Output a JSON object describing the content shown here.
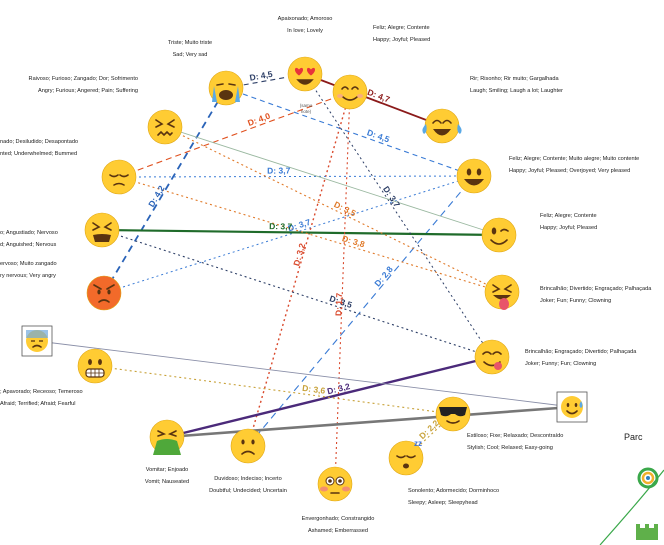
{
  "emotions": [
    {
      "id": "in-love",
      "icon": "heart-eyes-face-icon",
      "pt": "Apaixonado; Amoroso",
      "en": "In love; Lovely"
    },
    {
      "id": "happy-top",
      "icon": "smiling-face-icon",
      "pt": "Feliz; Alegre; Contente",
      "en": "Happy; Joyful; Pleased"
    },
    {
      "id": "sad",
      "icon": "loudly-crying-face-icon",
      "pt": "Triste; Muito triste",
      "en": "Sad; Very sad"
    },
    {
      "id": "angry",
      "icon": "confounded-face-icon",
      "pt": "Raivoso; Furioso; Zangado; Dor; Sofrimento",
      "en": "Angry; Furious; Angered; Pain; Suffering"
    },
    {
      "id": "laugh",
      "icon": "tears-of-joy-face-icon",
      "pt": "Rir; Risonho; Rir muito; Gargalhada",
      "en": "Laugh; Smiling; Laugh a lot; Laughter"
    },
    {
      "id": "disappointed",
      "icon": "pensive-face-icon",
      "pt": "nado; Desiludido; Desapontado",
      "en": "nted; Underwhelmed; Bummed"
    },
    {
      "id": "very-happy",
      "icon": "grinning-face-icon",
      "pt": "Feliz; Alegre; Contente; Muito alegre; Muito contente",
      "en": "Happy; Joyful; Pleased; Overjoyed; Very pleased"
    },
    {
      "id": "anxious",
      "icon": "tired-face-icon",
      "pt": "o; Angustiado; Nervoso",
      "en": "d; Anguished; Nervous"
    },
    {
      "id": "happy-wink",
      "icon": "winking-face-icon",
      "pt": "Feliz; Alegre; Contente",
      "en": "Happy; Joyful; Pleased"
    },
    {
      "id": "very-angry",
      "icon": "pouting-face-icon",
      "pt": "ervoso; Muito zangado",
      "en": "ry nervous; Very angry"
    },
    {
      "id": "joker-tongue",
      "icon": "squinting-tongue-face-icon",
      "pt": "Brincalhão; Divertido; Engraçado; Palhaçada",
      "en": "Joker; Fun; Funny; Clowning"
    },
    {
      "id": "joker-yum",
      "icon": "savoring-food-face-icon",
      "pt": "Brincalhão; Engraçado; Divertido; Palhaçada",
      "en": "Joker; Funny; Fun; Clowning"
    },
    {
      "id": "afraid",
      "icon": "grimacing-face-icon",
      "pt": "; Apavorado; Receoso; Temeroso",
      "en": "Afraid; Terrified; Afraid; Fearful"
    },
    {
      "id": "stylish",
      "icon": "sunglasses-face-icon",
      "pt": "Estiloso; Fixe; Relaxado; Descontraído",
      "en": "Stylish; Cool; Relaxed; Easy-going"
    },
    {
      "id": "nauseated",
      "icon": "vomiting-face-icon",
      "pt": "Vomitar; Enjoado",
      "en": "Vomit; Nauseated"
    },
    {
      "id": "doubtful",
      "icon": "confused-face-icon",
      "pt": "Duvidoso; Indeciso; Incerto",
      "en": "Doubtful; Undecided; Uncertain"
    },
    {
      "id": "ashamed",
      "icon": "flushed-face-icon",
      "pt": "Envergonhado; Constrangido",
      "en": "Ashamed; Emberrassed"
    },
    {
      "id": "sleepy",
      "icon": "sleeping-face-icon",
      "pt": "Sonolento; Adormecido; Dorminhoco",
      "en": "Sleepy; Asleep; Sleepyhead"
    }
  ],
  "distances": [
    {
      "from": "sad",
      "to": "in-love",
      "label": "D: 4,5",
      "color": "#2c3e66"
    },
    {
      "from": "in-love",
      "to": "laugh",
      "label": "D: 4,7",
      "color": "#8b1a1a"
    },
    {
      "from": "disappointed",
      "to": "happy-top",
      "label": "D: 4,0",
      "color": "#e0501e"
    },
    {
      "from": "very-angry",
      "to": "sad",
      "label": "D: 4,2",
      "color": "#2a63b8"
    },
    {
      "from": "doubtful",
      "to": "happy-top",
      "label": "D: 3,2",
      "color": "#d9482b"
    },
    {
      "from": "sad",
      "to": "very-happy",
      "label": "D: 4,5",
      "color": "#3a7bd5"
    },
    {
      "from": "disappointed",
      "to": "very-happy",
      "label": "D: 3,7",
      "color": "#3a7bd5"
    },
    {
      "from": "very-angry",
      "to": "very-happy",
      "label": "D: 3,7",
      "color": "#3a7bd5"
    },
    {
      "from": "doubtful",
      "to": "very-happy",
      "label": "D: 2,8",
      "color": "#3a7bd5"
    },
    {
      "from": "anxious",
      "to": "happy-wink",
      "label": "D: 3,7",
      "color": "#1f6b2a"
    },
    {
      "from": "angry",
      "to": "joker-tongue",
      "label": "D: 3,5",
      "color": "#e07a2a"
    },
    {
      "from": "anxious",
      "to": "joker-yum",
      "label": "D: 3,5",
      "color": "#2c3e66"
    },
    {
      "from": "in-love",
      "to": "joker-yum",
      "label": "D: 3,7",
      "color": "#2c3e66"
    },
    {
      "from": "nauseated",
      "to": "joker-yum",
      "label": "D: 3,2",
      "color": "#4b2a7a"
    },
    {
      "from": "afraid",
      "to": "stylish",
      "label": "D: 3,6",
      "color": "#c8a23a"
    },
    {
      "from": "ashamed",
      "to": "happy-top",
      "label": "D: 1,7",
      "color": "#d9482b"
    },
    {
      "from": "sleepy",
      "to": "stylish",
      "label": "D: 2,2",
      "color": "#c8a23a"
    },
    {
      "from": "disappointed",
      "to": "joker-tongue",
      "label": "D: 3,8",
      "color": "#e07a2a"
    }
  ],
  "extra_lines": [
    {
      "from": "nauseated",
      "to": "stylish-sweat",
      "color": "#777777"
    },
    {
      "from": "sad-sweat",
      "to": "stylish-sweat",
      "color": "#8a8fa8"
    },
    {
      "from": "angry",
      "to": "happy-wink",
      "color": "#9ab8a0"
    }
  ],
  "side_icons": [
    {
      "id": "sad-sweat",
      "icon": "downcast-sweat-face-icon"
    },
    {
      "id": "stylish-sweat",
      "icon": "sweat-smile-face-icon"
    }
  ],
  "small_note": "(samo\nnote)",
  "partner": {
    "text": "Parc",
    "logo": "pinwheel-logo-icon",
    "accent": "#3aa84a"
  }
}
